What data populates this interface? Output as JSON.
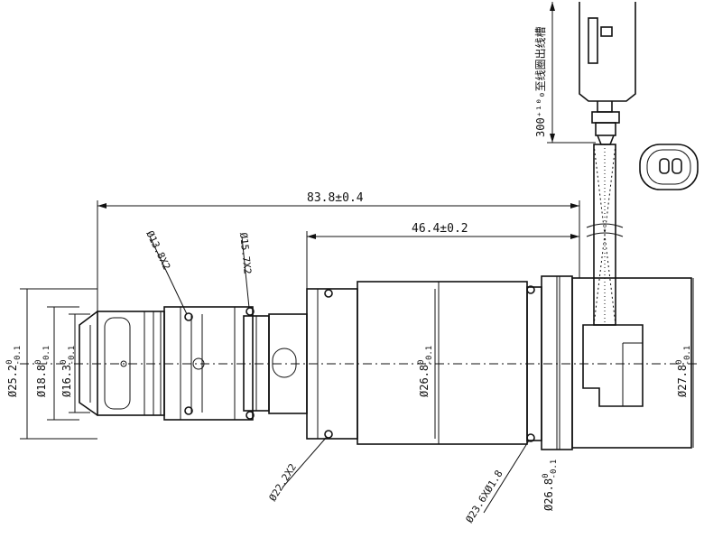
{
  "drawing": {
    "dims": {
      "overall_length": "83.8±0.4",
      "body_length": "46.4±0.2",
      "oring_1": "Ø13.8X2",
      "oring_2": "Ø15.7X2",
      "oring_3": "Ø22.2X2",
      "oring_4": "Ø23.6XØ1.8",
      "dia_25_2": "Ø25.2",
      "dia_18_8": "Ø18.8",
      "dia_16_3": "Ø16.3",
      "dia_26_8_mid": "Ø26.8",
      "dia_27_8": "Ø27.8",
      "dia_26_8_low": "Ø26.8",
      "tol_upper": "0",
      "tol_lower": "-0.1"
    },
    "cable_label": "300⁺¹⁰₀至线圈出线槽"
  }
}
